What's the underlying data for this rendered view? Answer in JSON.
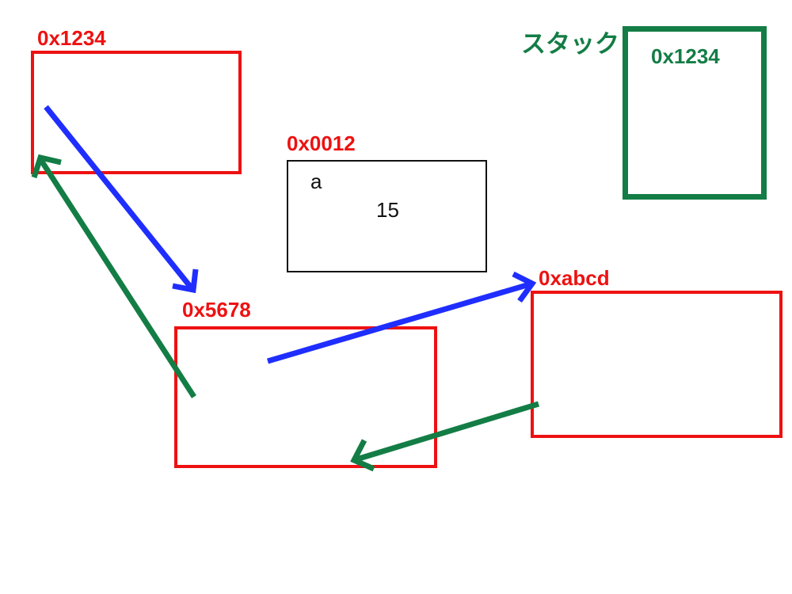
{
  "colors": {
    "red": "#ee1111",
    "green": "#137d45",
    "blue": "#1f2eff",
    "black": "#111111"
  },
  "stack": {
    "title": "スタック",
    "entry": "0x1234"
  },
  "heap_objects": [
    {
      "address": "0x1234"
    },
    {
      "address": "0x5678"
    },
    {
      "address": "0xabcd"
    }
  ],
  "variable_box": {
    "address": "0x0012",
    "name": "a",
    "value": "15"
  }
}
